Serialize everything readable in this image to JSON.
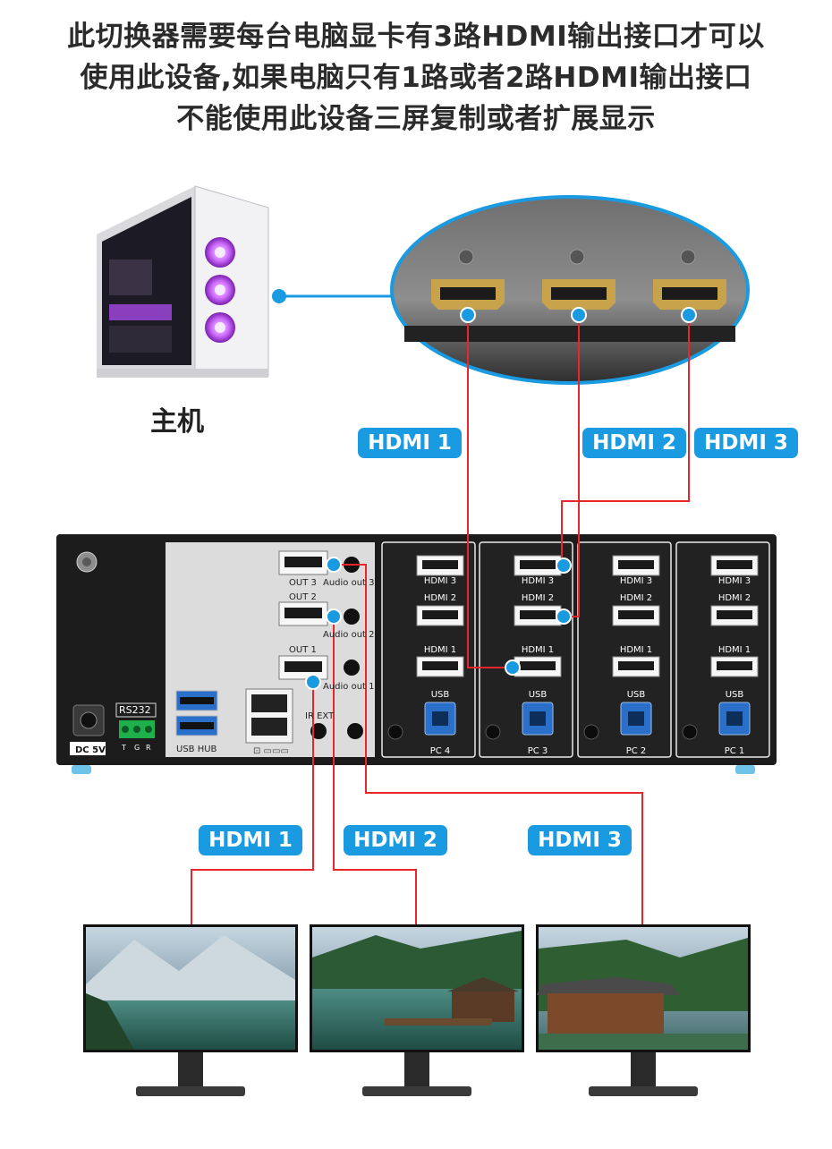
{
  "header": {
    "lines": [
      "此切换器需要每台电脑显卡有3路HDMI输出接口才可以",
      "使用此设备,如果电脑只有1路或者2路HDMI输出接口",
      "不能使用此设备三屏复制或者扩展显示"
    ]
  },
  "host": {
    "label": "主机"
  },
  "cable_labels": {
    "top": [
      "HDMI 1",
      "HDMI 2",
      "HDMI 3"
    ],
    "bottom": [
      "HDMI 1",
      "HDMI 2",
      "HDMI 3"
    ]
  },
  "device": {
    "rs232": "RS232",
    "rs232_pins": [
      "T",
      "G",
      "R"
    ],
    "dc_label": "DC 5V",
    "usb_hub": "USB HUB",
    "outputs": [
      "OUT 3",
      "OUT 2",
      "OUT 1"
    ],
    "audio_outs": [
      "Audio out 3",
      "Audio out 2",
      "Audio out 1"
    ],
    "ir_ext": "IR EXT",
    "pc_ports": [
      "HDMI 3",
      "HDMI 2",
      "HDMI 1",
      "USB"
    ],
    "pc_names": [
      "PC 4",
      "PC 3",
      "PC 2",
      "PC 1"
    ]
  },
  "colors": {
    "accent_blue": "#1a9ae0",
    "cable_red": "#e8262b",
    "device_black": "#1c1c1c",
    "panel_gray": "#dcdcdc"
  }
}
